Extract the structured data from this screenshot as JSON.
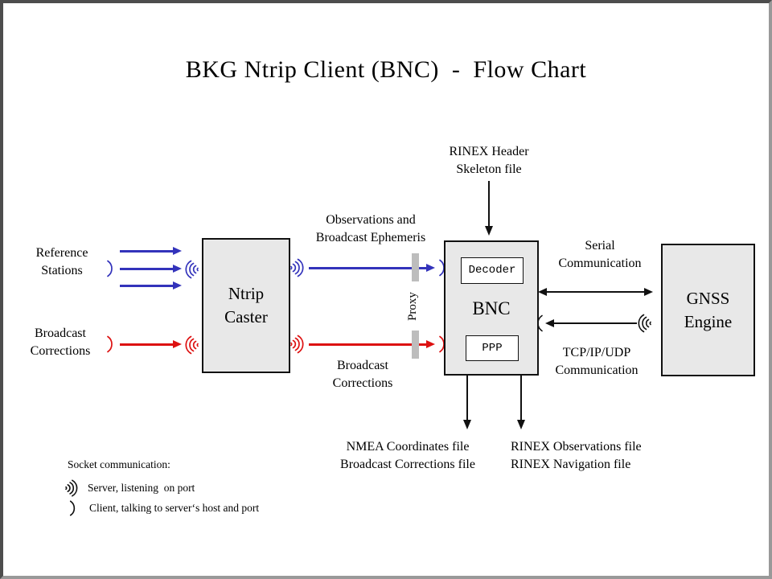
{
  "title": "BKG Ntrip Client (BNC)  -  Flow Chart",
  "nodes": {
    "ntrip_caster": {
      "line1": "Ntrip",
      "line2": "Caster"
    },
    "bnc": {
      "label": "BNC",
      "decoder_label": "Decoder",
      "ppp_label": "PPP"
    },
    "gnss_engine": {
      "line1": "GNSS",
      "line2": "Engine"
    }
  },
  "labels": {
    "reference_stations": {
      "line1": "Reference",
      "line2": "Stations"
    },
    "broadcast_corrections_input": {
      "line1": "Broadcast",
      "line2": "Corrections"
    },
    "observations_ephemeris": {
      "line1": "Observations and",
      "line2": "Broadcast Ephemeris"
    },
    "broadcast_corrections_stream": {
      "line1": "Broadcast",
      "line2": "Corrections"
    },
    "rinex_header_skeleton": {
      "line1": "RINEX Header",
      "line2": "Skeleton file"
    },
    "serial_communication": {
      "line1": "Serial",
      "line2": "Communication"
    },
    "tcp_ip_udp_communication": {
      "line1": "TCP/IP/UDP",
      "line2": "Communication"
    },
    "proxy": "Proxy",
    "nmea_output": {
      "line1": "NMEA Coordinates file",
      "line2": "Broadcast Corrections file"
    },
    "rinex_output": {
      "line1": "RINEX Observations file",
      "line2": "RINEX Navigation file"
    }
  },
  "legend": {
    "heading": "Socket communication:",
    "server_item": "Server, listening  on port",
    "client_item": "Client, talking to server‘s host and port"
  },
  "icons": {
    "server_socket": "nested-arc-waves",
    "client_socket": "single-arc"
  },
  "colors": {
    "reference_flow_blue": "#3333bb",
    "corrections_flow_red": "#dd1111",
    "node_fill": "#e8e8e8",
    "proxy_bar": "#bdbdbd",
    "frame": "#4d4d4d"
  }
}
